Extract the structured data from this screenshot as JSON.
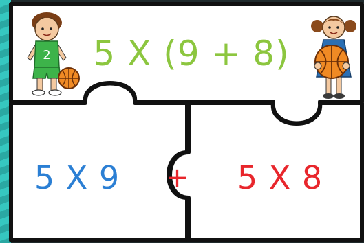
{
  "top_piece": {
    "expression": "5 X (9 + 8)",
    "color": "#8cc63f"
  },
  "left_piece": {
    "expression": "5 X 9",
    "color": "#2b7fd4"
  },
  "right_piece": {
    "expression": "5 X 8",
    "color": "#e8262c"
  },
  "connector": {
    "symbol": "+",
    "color": "#e8262c"
  },
  "boy_figure": {
    "jersey_number": "2",
    "jersey_color": "#3db34a"
  },
  "girl_figure": {
    "dress_color": "#2b6fb3"
  },
  "ball_color": "#f08a24"
}
